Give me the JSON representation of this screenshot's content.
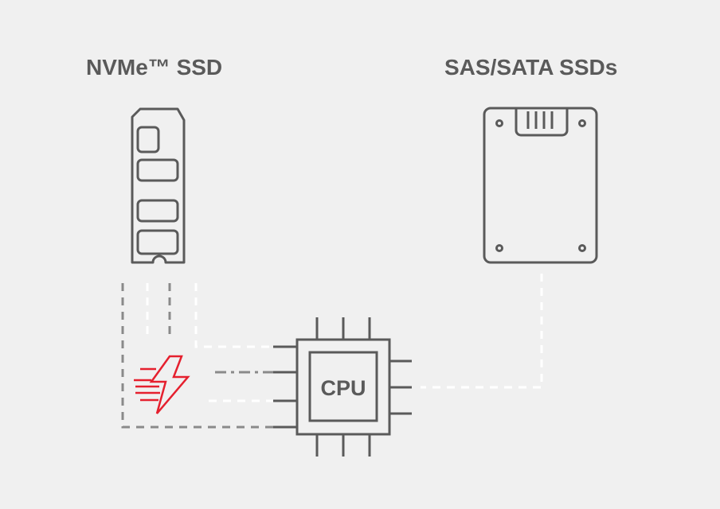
{
  "nvme": {
    "title": "NVMe™ SSD"
  },
  "sas": {
    "title": "SAS/SATA SSDs"
  },
  "cpu": {
    "label": "CPU"
  },
  "colors": {
    "background": "#f0f0f0",
    "stroke": "#5a5a5a",
    "dashed": "#8a8a8a",
    "light_dashed": "#ffffff",
    "accent": "#e5202e"
  }
}
